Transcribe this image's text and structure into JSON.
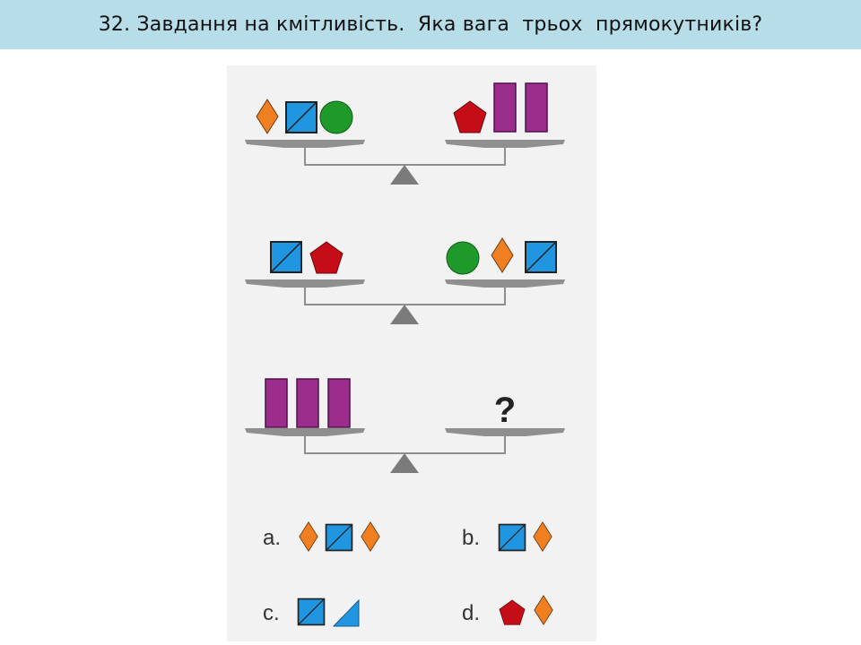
{
  "title": "32. Завдання на кмітливість.  Яка вага  трьох  прямокутників?",
  "puzzle": {
    "question_mark": "?",
    "options": [
      {
        "letter": "a.",
        "shapes": [
          "diamond-icon",
          "square-icon",
          "diamond-icon"
        ]
      },
      {
        "letter": "b.",
        "shapes": [
          "square-icon",
          "diamond-icon"
        ]
      },
      {
        "letter": "c.",
        "shapes": [
          "square-icon",
          "triangle-icon"
        ]
      },
      {
        "letter": "d.",
        "shapes": [
          "pentagon-icon",
          "diamond-icon"
        ]
      }
    ],
    "colors": {
      "diamond": "#f07f22",
      "square": "#2196e0",
      "circle": "#1d9a2a",
      "pentagon": "#c40d16",
      "rectangle": "#9b2d8c",
      "beam": "#9a9a9a"
    }
  }
}
